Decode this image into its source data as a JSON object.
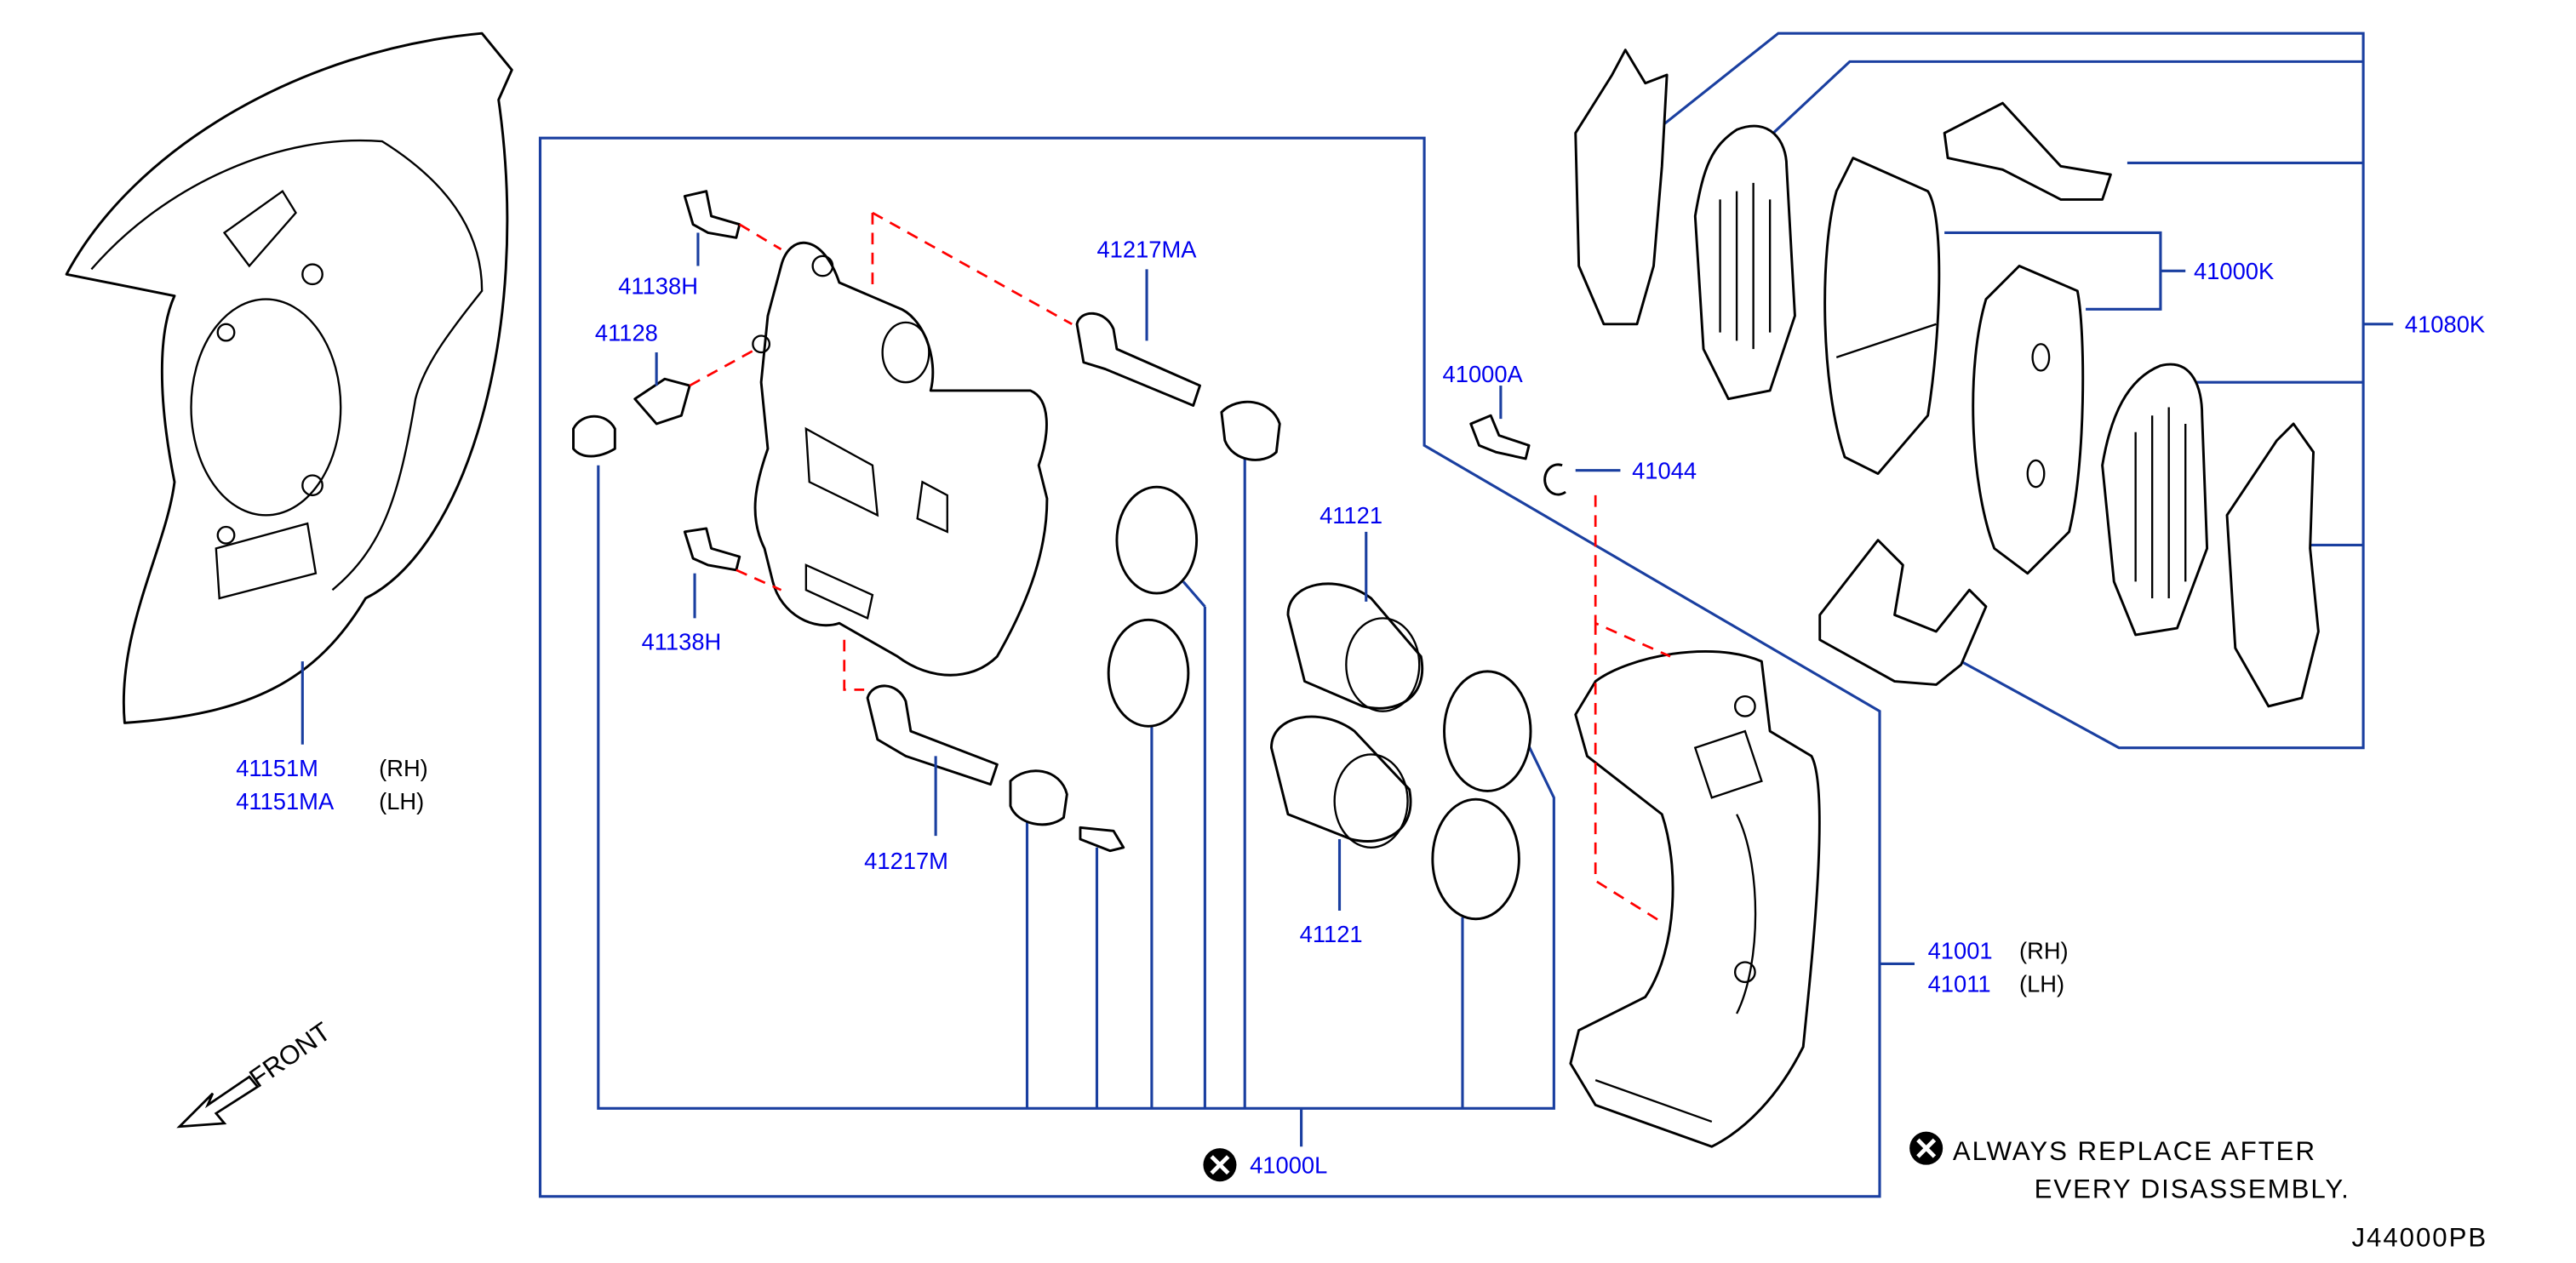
{
  "diagram_id": "J44000PB",
  "labels": {
    "dust_shield": "41151M",
    "dust_shield_rh": "(RH)",
    "dust_shield_lh_part": "41151MA",
    "dust_shield_lh": "(LH)",
    "bolt_upper": "41138H",
    "bleeder": "41128",
    "bolt_lower": "41138H",
    "pin_upper": "41217MA",
    "pin_lower": "41217M",
    "piston_upper": "41121",
    "piston_lower": "41121",
    "bolt_a": "41000A",
    "clip": "41044",
    "pad_kit": "41000K",
    "pad_set": "41080K",
    "caliper_rh_part": "41001",
    "caliper_rh": "(RH)",
    "caliper_lh_part": "41011",
    "caliper_lh": "(LH)",
    "seal_kit": "41000L"
  },
  "note": {
    "line1": "ALWAYS  REPLACE  AFTER",
    "line2": "EVERY  DISASSEMBLY."
  },
  "front": "FRONT",
  "colors": {
    "label": "#0000ee",
    "leader": "#1a3fa0",
    "dash": "#ff0000"
  }
}
